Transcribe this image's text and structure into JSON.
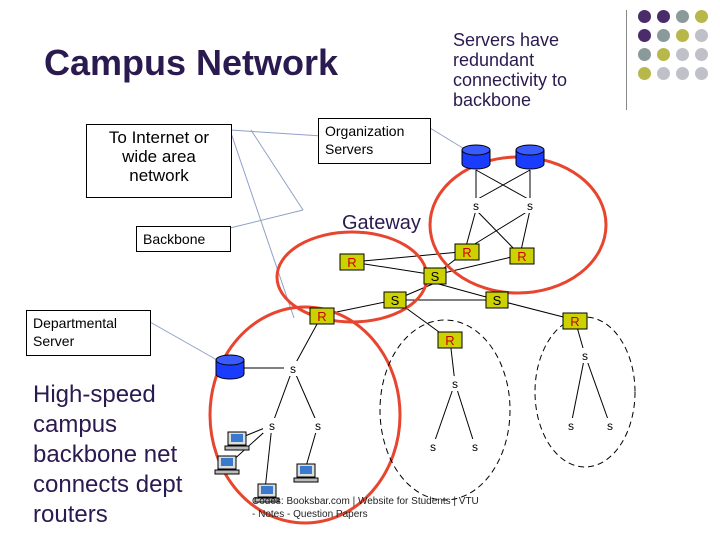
{
  "slide": {
    "title": "Campus Network",
    "redundancy_note": "Servers have redundant connectivity to backbone",
    "callouts": {
      "internet": "To Internet or wide area network",
      "org_servers": "Organization Servers",
      "backbone": "Backbone",
      "dept_server": "Departmental Server"
    },
    "gateway_label": "Gateway",
    "highspeed_note": "High-speed campus backbone net connects dept routers",
    "footer": "Codes: Booksbar.com | Website for Students | VTU - Notes - Question Papers",
    "node_labels": {
      "switch": "s",
      "switch_upper": "S",
      "router": "R"
    }
  },
  "colors": {
    "title": "#2a1a50",
    "router_fill": "#ccd100",
    "router_text": "#cc0000",
    "switch_fill": "#ccd100",
    "server_fill": "#1a3cff",
    "ellipse_red": "#e8452f",
    "dots": [
      "#4a2c6b",
      "#4a2c6b",
      "#8a9a9a",
      "#b8b84a",
      "#4a2c6b",
      "#8a9a9a",
      "#b8b84a",
      "#c0c0c8",
      "#8a9a9a",
      "#b8b84a",
      "#c0c0c8",
      "#c0c0c8",
      "#b8b84a",
      "#c0c0c8",
      "#c0c0c8",
      "#c0c0c8"
    ]
  },
  "icons": [
    "database-server-icon",
    "computer-workstation-icon"
  ]
}
